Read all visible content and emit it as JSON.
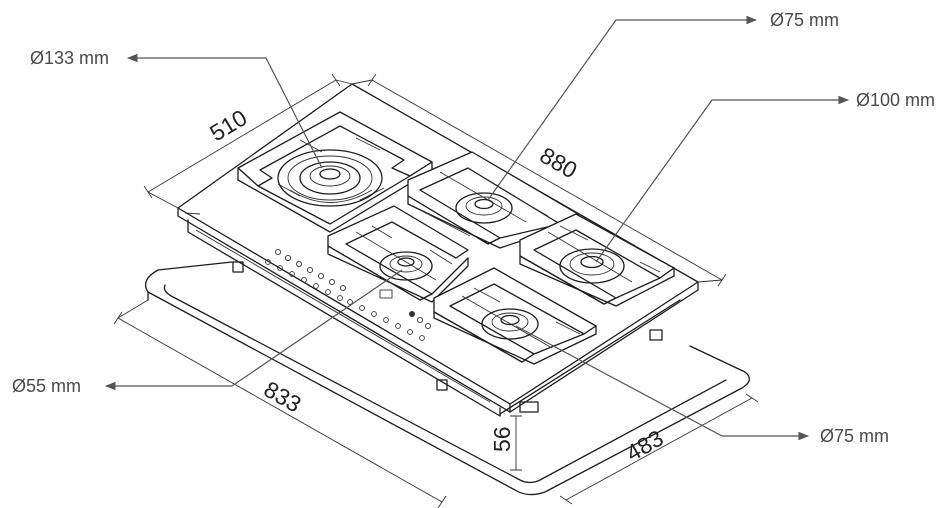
{
  "callouts": {
    "burner_top_left": "Ø133 mm",
    "burner_top_right": "Ø75 mm",
    "burner_right": "Ø100 mm",
    "burner_front_left": "Ø55 mm",
    "burner_front_right": "Ø75 mm"
  },
  "dimensions": {
    "hob_depth": "510",
    "hob_width": "880",
    "cutout_width": "833",
    "cutout_depth": "483",
    "height": "56"
  },
  "colors": {
    "line": "#1c1c1c",
    "leader": "#555555",
    "label": "#4a4a4a"
  }
}
